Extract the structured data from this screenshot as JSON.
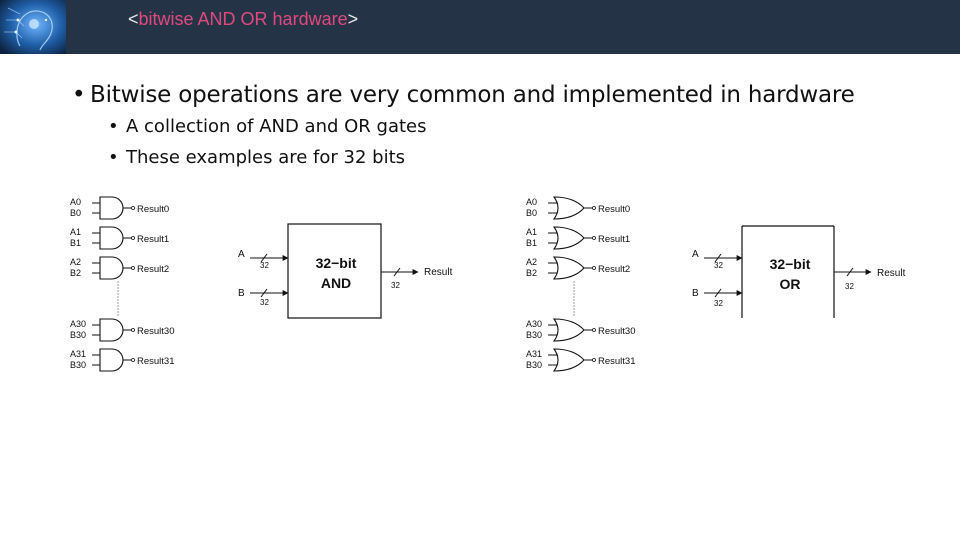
{
  "header": {
    "open_bracket": "<",
    "title": "bitwise AND OR hardware",
    "close_bracket": ">",
    "bg_color": "#243446",
    "accent_color": "#e0497e",
    "logo_icon": "circuit-brain-icon"
  },
  "bullets": {
    "main": "Bitwise operations are very common and implemented in hardware",
    "sub": [
      "A collection of AND and OR gates",
      "These examples are for 32 bits"
    ]
  },
  "and_diagram": {
    "gates": [
      {
        "a": "A0",
        "b": "B0",
        "result": "Result0"
      },
      {
        "a": "A1",
        "b": "B1",
        "result": "Result1"
      },
      {
        "a": "A2",
        "b": "B2",
        "result": "Result2"
      },
      {
        "a": "A30",
        "b": "B30",
        "result": "Result30"
      },
      {
        "a": "A31",
        "b": "B30",
        "result": "Result31"
      }
    ],
    "block_title": "32−bit",
    "block_op": "AND",
    "input_a": "A",
    "input_b": "B",
    "width_a": "32",
    "width_b": "32",
    "output": "Result",
    "width_out": "32"
  },
  "or_diagram": {
    "gates": [
      {
        "a": "A0",
        "b": "B0",
        "result": "Result0"
      },
      {
        "a": "A1",
        "b": "B1",
        "result": "Result1"
      },
      {
        "a": "A2",
        "b": "B2",
        "result": "Result2"
      },
      {
        "a": "A30",
        "b": "B30",
        "result": "Result30"
      },
      {
        "a": "A31",
        "b": "B30",
        "result": "Result31"
      }
    ],
    "block_title": "32−bit",
    "block_op": "OR",
    "input_a": "A",
    "input_b": "B",
    "width_a": "32",
    "width_b": "32",
    "output": "Result",
    "width_out": "32"
  }
}
